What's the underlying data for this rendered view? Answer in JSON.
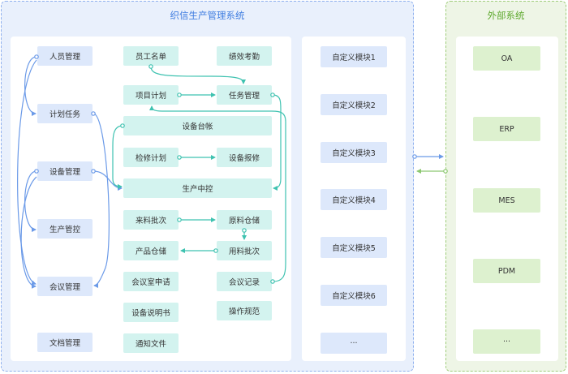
{
  "system": {
    "title": "织信生产管理系统",
    "left_column": [
      {
        "id": "personnel",
        "label": "人员管理"
      },
      {
        "id": "plan-task",
        "label": "计划任务"
      },
      {
        "id": "equipment",
        "label": "设备管理"
      },
      {
        "id": "production-control",
        "label": "生产管控"
      },
      {
        "id": "meeting",
        "label": "会议管理"
      },
      {
        "id": "document",
        "label": "文档管理"
      }
    ],
    "middle": {
      "employee_roster": "员工名单",
      "performance_attendance": "绩效考勤",
      "project_plan": "项目计划",
      "task_management": "任务管理",
      "equipment_ledger": "设备台帐",
      "maintenance_plan": "检修计划",
      "equipment_repair": "设备报修",
      "production_center": "生产中控",
      "incoming_batch": "来料批次",
      "raw_material_storage": "原料仓储",
      "product_storage": "产品仓储",
      "material_batch": "用料批次",
      "meeting_room_booking": "会议室申请",
      "meeting_record": "会议记录",
      "equipment_manual": "设备说明书",
      "operating_rules": "操作规范",
      "notice_document": "通知文件"
    },
    "custom_modules": [
      "自定义模块1",
      "自定义模块2",
      "自定义模块3",
      "自定义模块4",
      "自定义模块5",
      "自定义模块6",
      "···"
    ]
  },
  "external": {
    "title": "外部系统",
    "systems": [
      "OA",
      "ERP",
      "MES",
      "PDM",
      "···"
    ]
  },
  "colors": {
    "system_bg": "#e9f0fc",
    "system_border": "#8fb0ee",
    "system_title": "#3f7de0",
    "external_bg": "#eef5e6",
    "external_border": "#9fcd7a",
    "external_title": "#5ea92e",
    "left_box": "#dde8fb",
    "middle_box": "#d3f3ef",
    "external_box": "#ddf1cf",
    "blue_line": "#6b9ae8",
    "teal_line": "#3ec2b0",
    "green_line": "#8cc870"
  }
}
